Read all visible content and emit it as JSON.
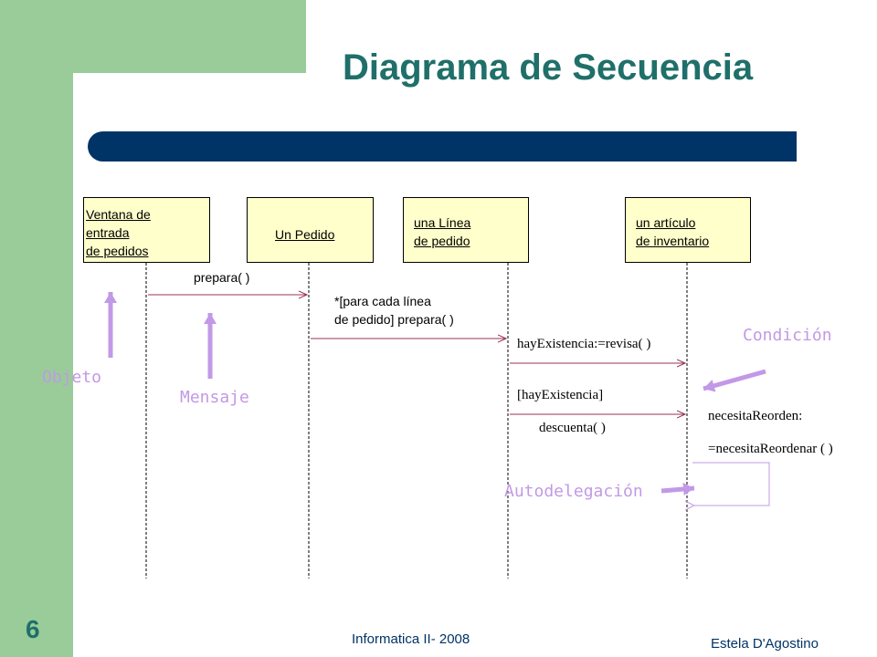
{
  "title": "Diagrama de Secuencia",
  "objects": [
    {
      "label": "Ventana de\nentrada\n de pedidos"
    },
    {
      "label": "Un Pedido"
    },
    {
      "label": "una Línea\nde pedido"
    },
    {
      "label": "un artículo\nde inventario"
    }
  ],
  "messages": {
    "prepara": "prepara( )",
    "prepara_loop": "*[para cada línea\nde pedido] prepara( )",
    "revisa": "hayExistencia:=revisa( )",
    "condition": "[hayExistencia]",
    "descuenta": "descuenta( )",
    "reorden_1": "necesitaReorden:",
    "reorden_2": "=necesitaReordenar ( )"
  },
  "annotations": {
    "objeto": "Objeto",
    "mensaje": "Mensaje",
    "condicion": "Condición",
    "autodelegacion": "Autodelegación"
  },
  "colors": {
    "accent_green": "#99cc99",
    "title": "#1f6f6a",
    "bar": "#003366",
    "object_fill": "#ffffcc",
    "message_line": "#993355",
    "annotation": "#c299e6"
  },
  "footer": {
    "slide_number": "6",
    "course": "Informatica II- 2008",
    "author": "Estela D'Agostino"
  }
}
